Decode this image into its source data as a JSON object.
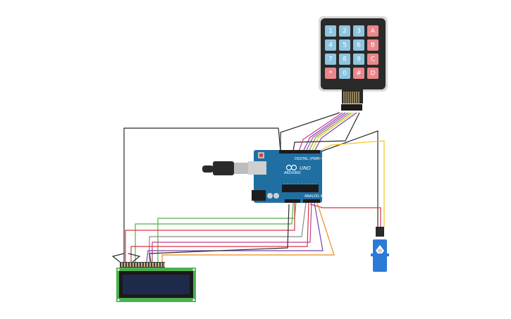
{
  "keypad": {
    "keys": [
      {
        "label": "1",
        "kind": "num"
      },
      {
        "label": "2",
        "kind": "num"
      },
      {
        "label": "3",
        "kind": "num"
      },
      {
        "label": "A",
        "kind": "letter"
      },
      {
        "label": "4",
        "kind": "num"
      },
      {
        "label": "5",
        "kind": "num"
      },
      {
        "label": "6",
        "kind": "num"
      },
      {
        "label": "B",
        "kind": "letter"
      },
      {
        "label": "7",
        "kind": "num"
      },
      {
        "label": "8",
        "kind": "num"
      },
      {
        "label": "9",
        "kind": "num"
      },
      {
        "label": "C",
        "kind": "letter"
      },
      {
        "label": "*",
        "kind": "letter"
      },
      {
        "label": "0",
        "kind": "num"
      },
      {
        "label": "#",
        "kind": "letter"
      },
      {
        "label": "D",
        "kind": "letter"
      }
    ],
    "colors": {
      "num": "#8ec5e0",
      "letter": "#e9878b",
      "body": "#2a2a2a",
      "frame": "#d8d8d8"
    }
  },
  "arduino": {
    "model_label": "UNO",
    "brand_label": "ARDUINO",
    "header_label": "DIGITAL (PWM~)",
    "analog_label": "ANALOG IN",
    "board_color": "#1f6fa3"
  },
  "lcd": {
    "board_color": "#4caf50",
    "screen_color": "#1e2a4a"
  },
  "servo": {
    "body_color": "#2b7bd6"
  },
  "wires": {
    "black": "#2b2b2b",
    "yellow": "#f0c419",
    "red": "#d9363e",
    "green": "#52b043",
    "purple": "#7b3fb0",
    "orange": "#e98a16",
    "grey": "#8a8a8a",
    "pink": "#c83b96",
    "brown": "#8b5a2b"
  }
}
